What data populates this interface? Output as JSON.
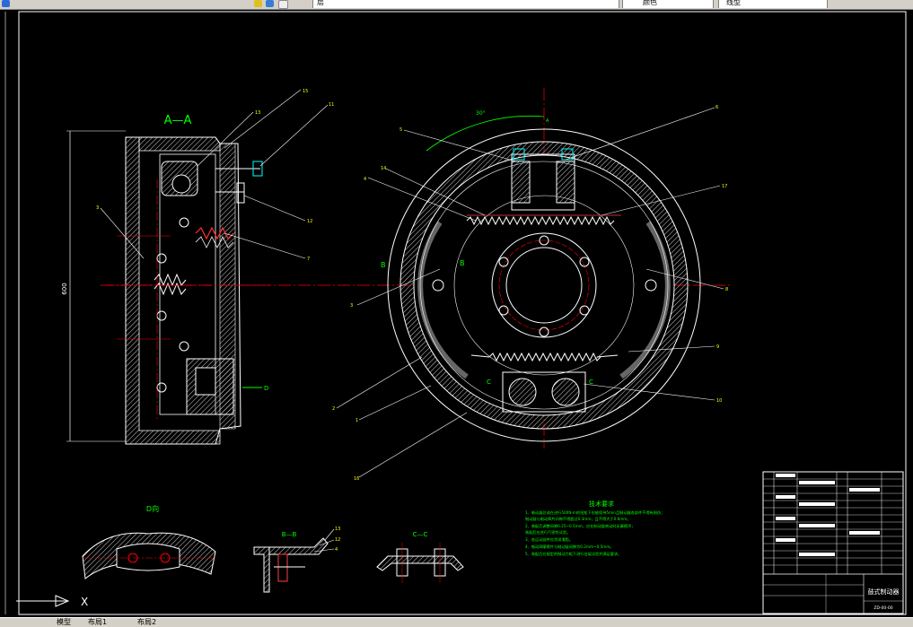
{
  "toolbar": {
    "field_texts": [
      "",
      "层",
      "",
      "颜色",
      "",
      "线型"
    ]
  },
  "drawing": {
    "section_aa_title": "A—A",
    "section_bb_title": "B—B",
    "section_cc_title": "C—C",
    "view_d_title": "D向",
    "dim_height": "600",
    "cut_a_top": "A",
    "cut_b_left": "B",
    "cut_b_right": "B",
    "cut_c_left": "C",
    "cut_c_right": "C",
    "view_d_marker": "D",
    "angle_dim": "30°",
    "balloons_main": [
      "5",
      "6",
      "14",
      "4",
      "17",
      "3",
      "8",
      "2",
      "1",
      "9",
      "10",
      "16"
    ],
    "balloons_section": [
      "15",
      "11",
      "13",
      "12",
      "7",
      "3"
    ],
    "balloons_bb": [
      "13",
      "12",
      "4"
    ],
    "tech_title": "技术要求",
    "tech_lines": [
      "1、制动器总成在进行500N·m的扭矩下应能保持5min且制动器各部件不得有损伤；",
      "   制动鼓与制动蹄片间隙不得超过0.3mm，且不得大于0.6mm。",
      "2、装配后调整间隙0.25~0.5mm，应在制动鼓转动时无摩擦声；",
      "   装配后应进行气密性试验。",
      "3、各运动部件应涂润滑脂。",
      "4、制动蹄摩擦片与制动鼓间隙为0.2mm~0.5mm。",
      "5、装配后在规定的制动力矩下进行台架试验并满足要求。"
    ],
    "title_block_name": "鼓式制动器",
    "title_block_code": "ZD-00-00"
  },
  "ucs": {
    "x_label": "X"
  },
  "tabs": [
    "模型",
    "布局1",
    "布局2"
  ],
  "colors": {
    "background": "#000000",
    "line_white": "#ffffff",
    "centerline_red": "#ff0000",
    "dim_green": "#00ff00",
    "balloon_yellow": "#ffff00",
    "hatch_white": "#cfcfcf",
    "cyan": "#00ffff"
  }
}
